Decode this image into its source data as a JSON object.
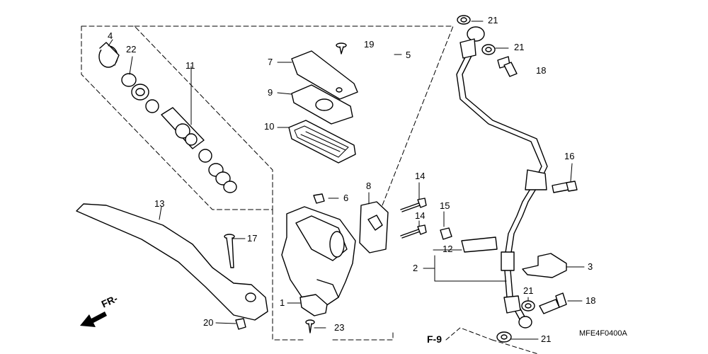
{
  "callouts": {
    "c1": "1",
    "c2": "2",
    "c3": "3",
    "c4": "4",
    "c5": "5",
    "c6": "6",
    "c7": "7",
    "c8": "8",
    "c9": "9",
    "c10": "10",
    "c11": "11",
    "c12": "12",
    "c13": "13",
    "c14a": "14",
    "c14b": "14",
    "c15": "15",
    "c16": "16",
    "c17": "17",
    "c18a": "18",
    "c18b": "18",
    "c19": "19",
    "c20": "20",
    "c21a": "21",
    "c21b": "21",
    "c21c": "21",
    "c21d": "21",
    "c22": "22",
    "c23": "23"
  },
  "direction_label": "FR-",
  "reference_label": "F-9",
  "diagram_code": "MFE4F0400A"
}
